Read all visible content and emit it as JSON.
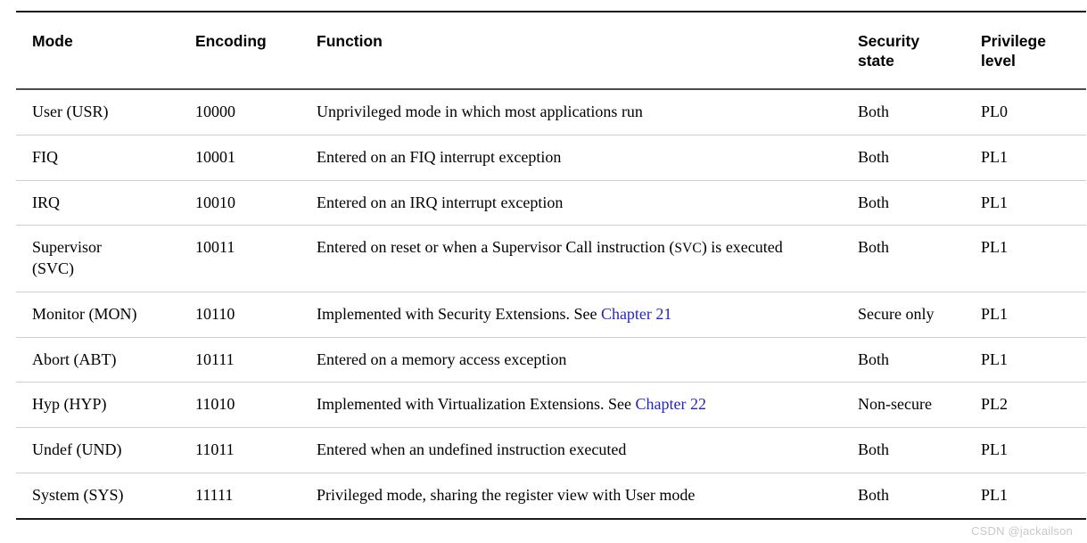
{
  "table": {
    "name": "arm-processor-modes-table",
    "columns": [
      {
        "key": "mode",
        "label": "Mode"
      },
      {
        "key": "encoding",
        "label": "Encoding"
      },
      {
        "key": "function",
        "label": "Function"
      },
      {
        "key": "security",
        "label": "Security state"
      },
      {
        "key": "privilege",
        "label": "Privilege level"
      }
    ],
    "header": {
      "mode": "Mode",
      "encoding": "Encoding",
      "function": "Function",
      "security_line1": "Security",
      "security_line2": "state",
      "privilege_line1": "Privilege",
      "privilege_line2": "level"
    },
    "rows": [
      {
        "mode": "User (USR)",
        "encoding": "10000",
        "function": "Unprivileged mode in which most applications run",
        "security": "Both",
        "privilege": "PL0"
      },
      {
        "mode": "FIQ",
        "encoding": "10001",
        "function": "Entered on an FIQ interrupt exception",
        "security": "Both",
        "privilege": "PL1"
      },
      {
        "mode": "IRQ",
        "encoding": "10010",
        "function": "Entered on an IRQ interrupt exception",
        "security": "Both",
        "privilege": "PL1"
      },
      {
        "mode": "Supervisor (SVC)",
        "mode_line1": "Supervisor",
        "mode_line2": "(SVC)",
        "encoding": "10011",
        "function_part1": "Entered on reset or when a Supervisor Call instruction (",
        "function_abbr": "SVC",
        "function_part2": ") is executed",
        "function": "Entered on reset or when a Supervisor Call instruction (SVC) is executed",
        "security": "Both",
        "privilege": "PL1"
      },
      {
        "mode": "Monitor (MON)",
        "encoding": "10110",
        "function_prefix": "Implemented with Security Extensions. See ",
        "function_link": "Chapter 21",
        "function": "Implemented with Security Extensions. See Chapter 21",
        "security": "Secure only",
        "privilege": "PL1"
      },
      {
        "mode": "Abort (ABT)",
        "encoding": "10111",
        "function": "Entered on a memory access exception",
        "security": "Both",
        "privilege": "PL1"
      },
      {
        "mode": "Hyp (HYP)",
        "encoding": "11010",
        "function_prefix": "Implemented with Virtualization Extensions. See ",
        "function_link": "Chapter 22",
        "function": "Implemented with Virtualization Extensions. See Chapter 22",
        "security": "Non-secure",
        "privilege": "PL2"
      },
      {
        "mode": "Undef (UND)",
        "encoding": "11011",
        "function": "Entered when an undefined instruction executed",
        "security": "Both",
        "privilege": "PL1"
      },
      {
        "mode": "System (SYS)",
        "encoding": "11111",
        "function": "Privileged mode, sharing the register view with User mode",
        "security": "Both",
        "privilege": "PL1"
      }
    ]
  },
  "watermark": {
    "text": "CSDN @jackailson",
    "color": "#c9c9c9"
  },
  "colors": {
    "link": "#2323cc",
    "rule_heavy": "#1a1a1a",
    "rule_light": "#cfcfcf",
    "text": "#000000"
  }
}
